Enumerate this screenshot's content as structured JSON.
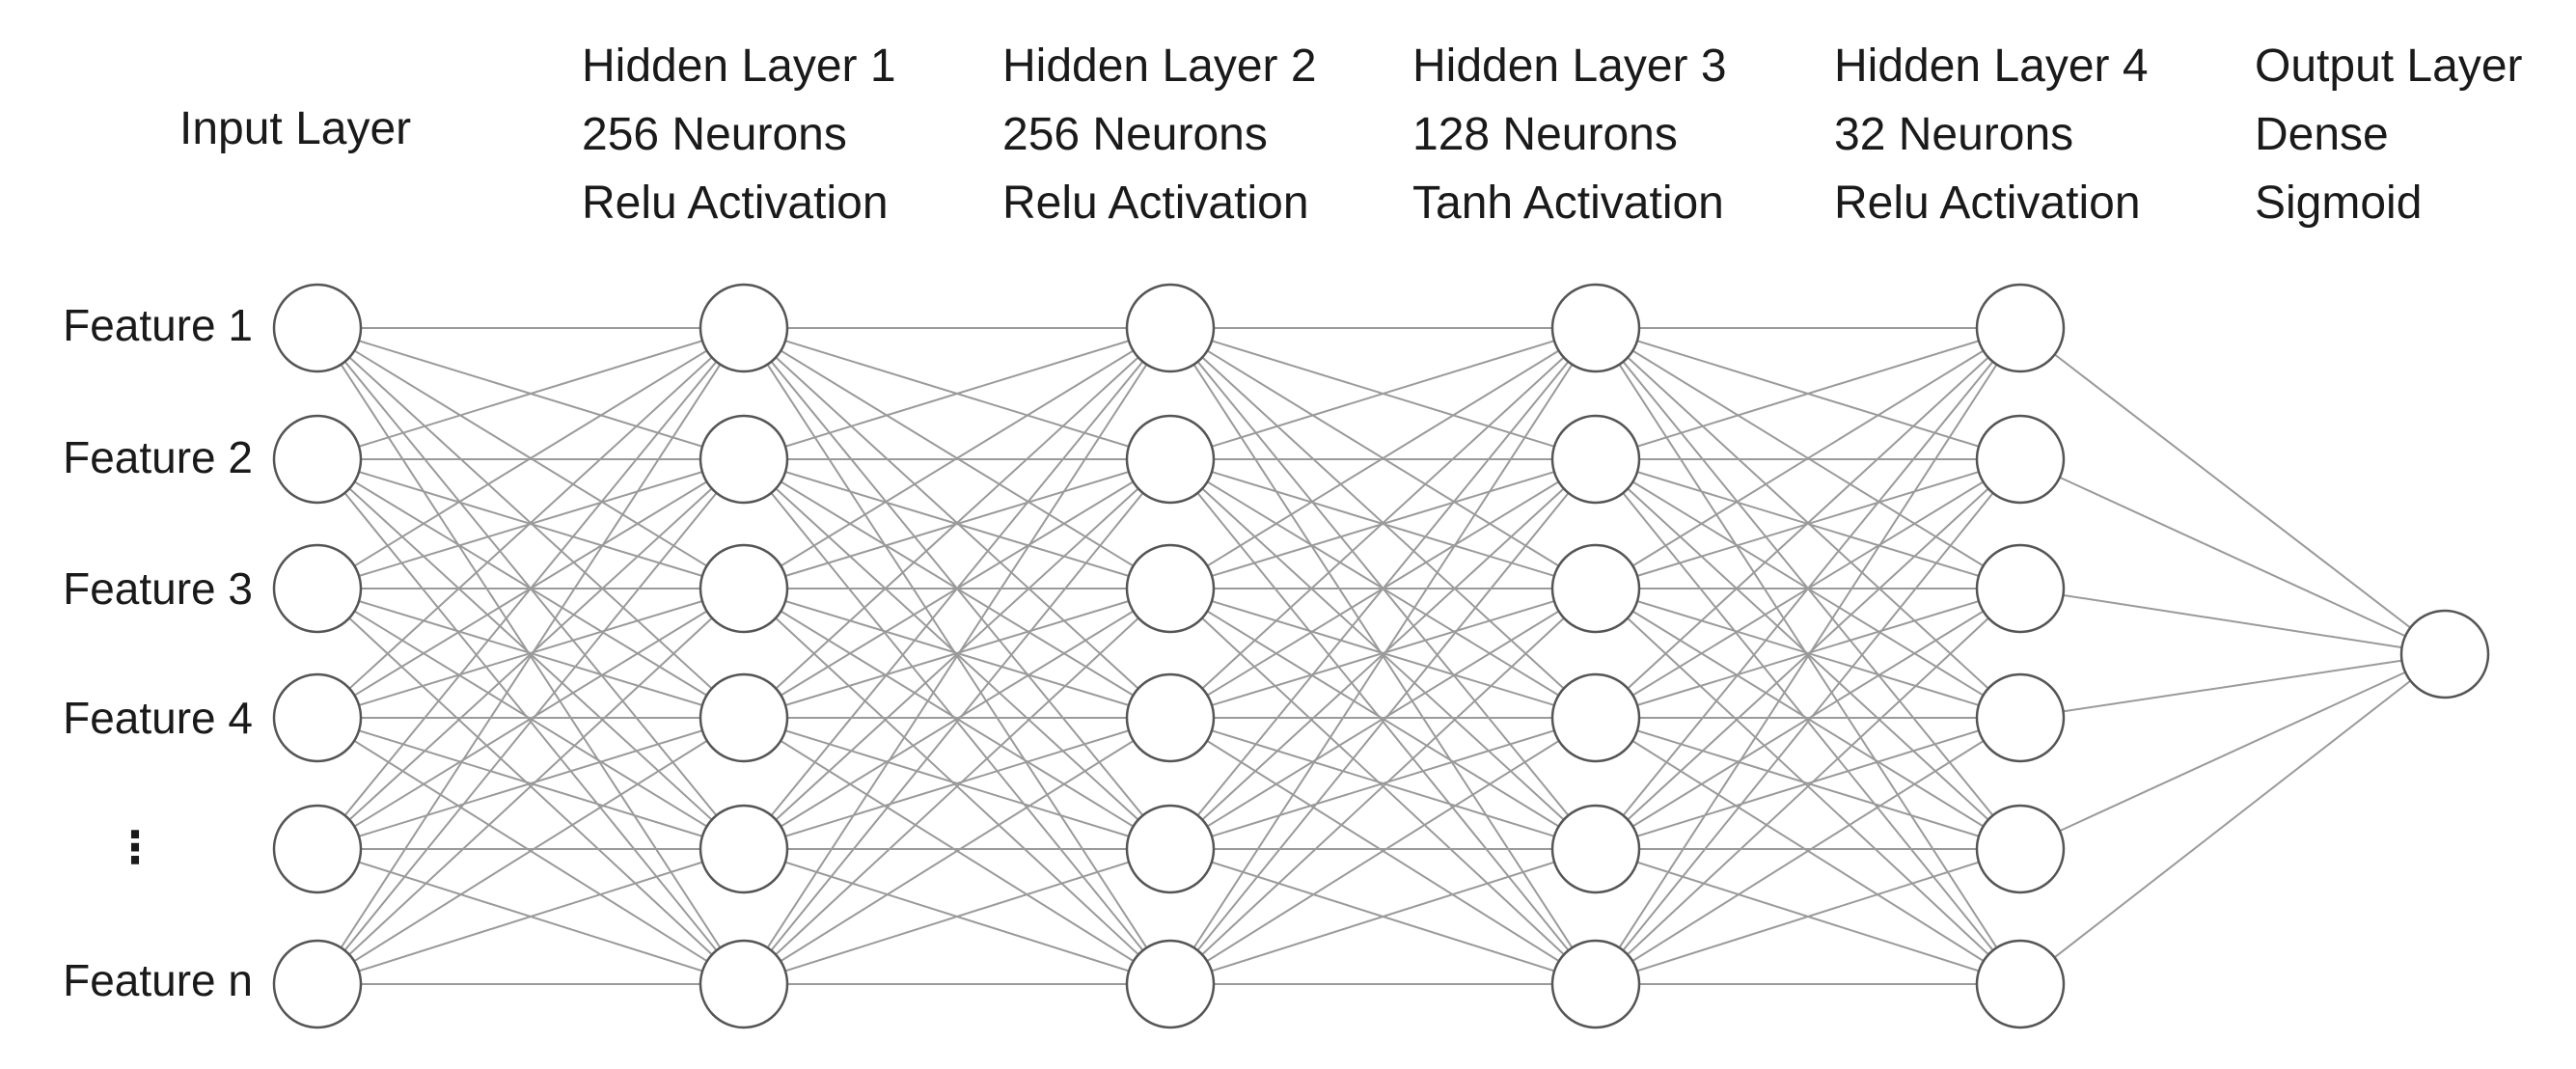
{
  "layers": [
    {
      "kind": "input",
      "lines": [
        "Input Layer"
      ],
      "nodes": 6
    },
    {
      "kind": "hidden",
      "lines": [
        "Hidden Layer 1",
        "256 Neurons",
        "Relu Activation"
      ],
      "nodes": 6
    },
    {
      "kind": "hidden",
      "lines": [
        "Hidden Layer 2",
        "256 Neurons",
        "Relu Activation"
      ],
      "nodes": 6
    },
    {
      "kind": "hidden",
      "lines": [
        "Hidden Layer 3",
        "128 Neurons",
        "Tanh Activation"
      ],
      "nodes": 6
    },
    {
      "kind": "hidden",
      "lines": [
        "Hidden Layer 4",
        "32 Neurons",
        "Relu Activation"
      ],
      "nodes": 6
    },
    {
      "kind": "output",
      "lines": [
        "Output Layer",
        "Dense",
        "Sigmoid"
      ],
      "nodes": 1
    }
  ],
  "input_features": [
    "Feature 1",
    "Feature 2",
    "Feature 3",
    "Feature 4",
    "⋮",
    "Feature n"
  ],
  "colors": {
    "edge": "#9a9a9a",
    "node_stroke": "#555555",
    "node_fill": "#ffffff",
    "text": "#1a1a1a"
  }
}
